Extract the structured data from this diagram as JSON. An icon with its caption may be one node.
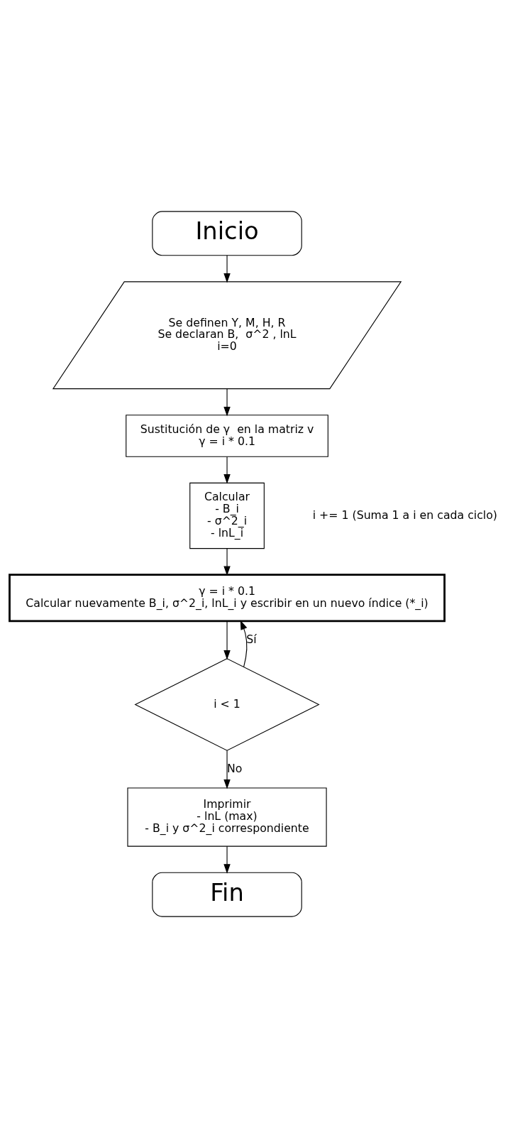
{
  "diagram": {
    "nodes": [
      {
        "text": [
          "Inicio"
        ]
      },
      {
        "text": [
          "Se definen Y, M, H, R",
          "Se declaran B,  σ^2 , lnL",
          "i=0"
        ]
      },
      {
        "text": [
          "Sustitución de γ  en la matriz v",
          "γ = i * 0.1"
        ]
      },
      {
        "text": [
          "Calcular",
          "- B_i",
          "- σ^2_i",
          "- lnL_i"
        ]
      },
      {
        "text": [
          "γ = i * 0.1",
          "Calcular nuevamente B_i, σ^2_i, lnL_i y escribir en un nuevo índice (*_i)"
        ]
      },
      {
        "text": [
          "i < 1"
        ]
      },
      {
        "text": [
          "Imprimir",
          "- lnL (max)",
          "- B_i y σ^2_i correspondiente"
        ]
      },
      {
        "text": [
          "Fin"
        ]
      }
    ],
    "edges": [
      {
        "from": 0,
        "to": 1,
        "arrow": "to"
      },
      {
        "from": 1,
        "to": 2,
        "arrow": "to"
      },
      {
        "from": 2,
        "to": 3,
        "arrow": "to"
      },
      {
        "from": 3,
        "to": 4,
        "arrow": "to"
      },
      {
        "from": 4,
        "to": 5,
        "arrow": "to"
      },
      {
        "from": 5,
        "to": 4,
        "arrow": "to",
        "label": "Sí"
      },
      {
        "from": 5,
        "to": 6,
        "arrow": "to",
        "label": "No"
      },
      {
        "from": 6,
        "to": 7,
        "arrow": "to"
      }
    ],
    "labels": [
      "i += 1 (Suma 1 a i en cada ciclo)"
    ]
  }
}
